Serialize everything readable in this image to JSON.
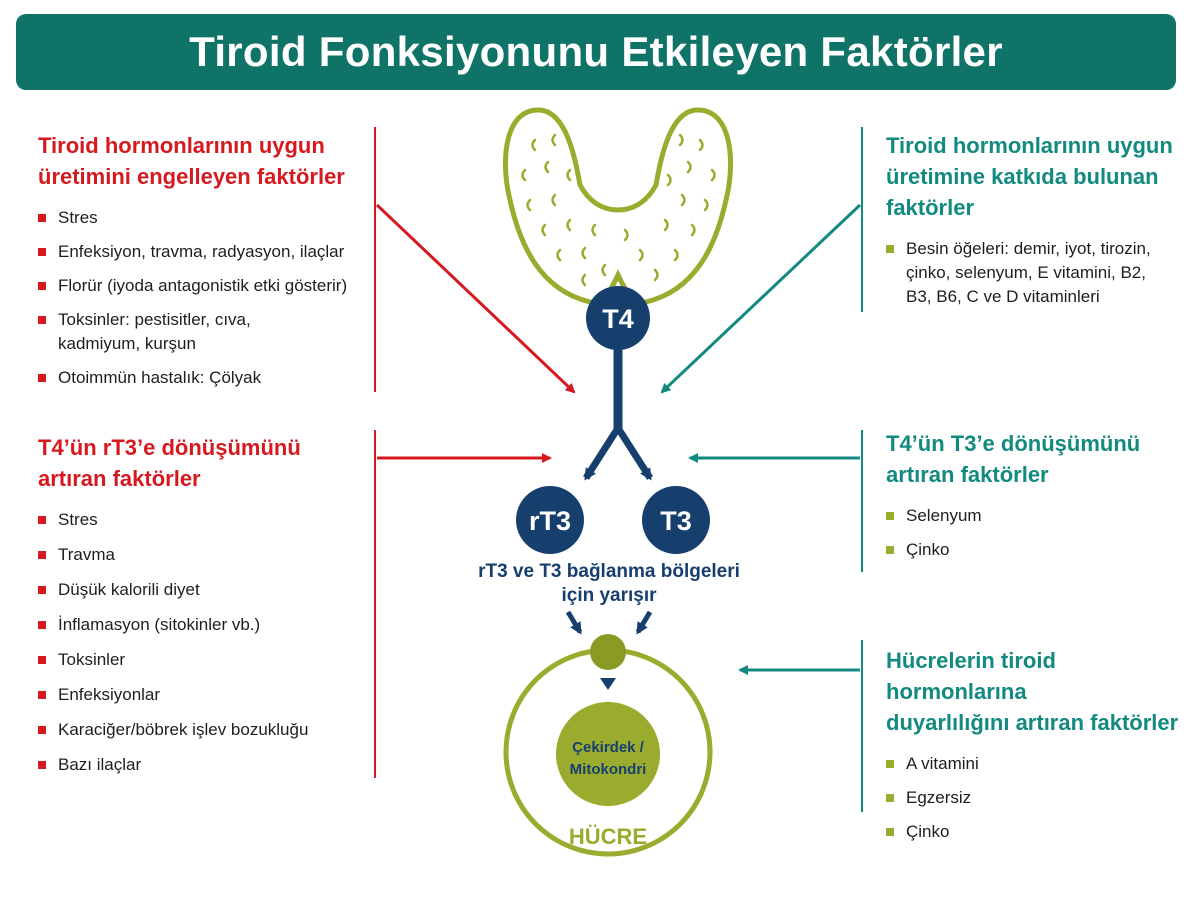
{
  "title": "Tiroid Fonksiyonunu Etkileyen Faktörler",
  "left_top": {
    "heading": "Tiroid hormonlarının uygun üretimini engelleyen faktörler",
    "heading_lines": [
      "Tiroid hormonlarının uygun",
      "üretimini engelleyen faktörler"
    ],
    "items": [
      "Stres",
      "Enfeksiyon, travma, radyasyon, ilaçlar",
      "Florür (iyoda antagonistik etki gösterir)",
      "Toksinler: pestisitler, cıva, kadmiyum, kurşun",
      "Otoimmün hastalık: Çölyak"
    ]
  },
  "left_bottom": {
    "heading_lines": [
      "T4’ün rT3’e dönüşümünü",
      "artıran faktörler"
    ],
    "items": [
      "Stres",
      "Travma",
      "Düşük kalorili diyet",
      "İnflamasyon (sitokinler vb.)",
      "Toksinler",
      "Enfeksiyonlar",
      "Karaciğer/böbrek işlev bozukluğu",
      "Bazı ilaçlar"
    ]
  },
  "right_top": {
    "heading_lines": [
      "Tiroid hormonlarının uygun",
      "üretimine katkıda bulunan",
      "faktörler"
    ],
    "items": [
      "Besin öğeleri: demir, iyot, tirozin, çinko, selenyum, E vitamini, B2, B3, B6, C ve D vitaminleri"
    ]
  },
  "right_middle": {
    "heading_lines": [
      "T4’ün T3’e dönüşümünü",
      "artıran faktörler"
    ],
    "items": [
      "Selenyum",
      "Çinko"
    ]
  },
  "right_bottom": {
    "heading_lines": [
      "Hücrelerin tiroid hormonlarına",
      "duyarlılığını artıran faktörler"
    ],
    "items": [
      "A vitamini",
      "Egzersiz",
      "Çinko"
    ]
  },
  "center": {
    "t4": "T4",
    "rt3": "rT3",
    "t3": "T3",
    "competition_lines": [
      "rT3 ve T3 bağlanma bölgeleri",
      "için yarışır"
    ],
    "nucleus_lines": [
      "Çekirdek /",
      "Mitokondri"
    ],
    "cell": "HÜCRE"
  },
  "colors": {
    "header": "#0f7368",
    "red": "#d6191f",
    "teal": "#128a80",
    "navy": "#173f6e",
    "olive": "#9aab2e"
  }
}
